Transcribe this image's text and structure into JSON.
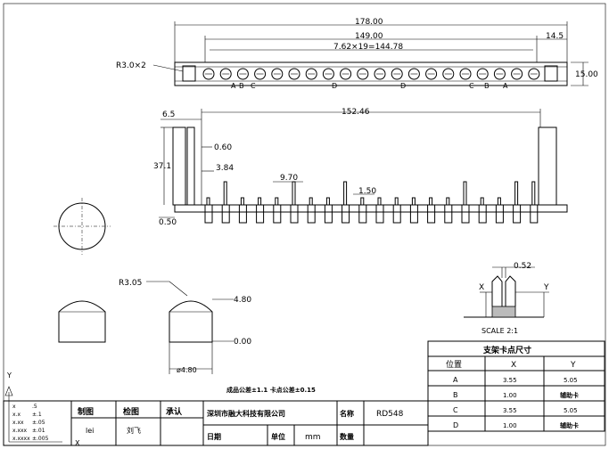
{
  "top_view": {
    "overall_width": "178.00",
    "pitch_span": "149.00",
    "pitch_formula": "7.62×19=144.78",
    "edge_offset": "14.5",
    "height": "15.00",
    "hole_radius": "R3.0×2",
    "pin_labels_left": [
      "A",
      "B",
      "C",
      "D"
    ],
    "pin_labels_right": [
      "D",
      "C",
      "B",
      "A"
    ]
  },
  "side_view": {
    "span": "152.46",
    "left_offset": "6.5",
    "pin_width": "0.60",
    "height": "37.1",
    "tab_height": "3.84",
    "short_pin": "9.70",
    "pin_gap": "1.50",
    "base_thickness": "0.50"
  },
  "pin_detail": {
    "radius": "R3.05",
    "top_dim": "4.80",
    "base_dim": "0.00",
    "diameter": "ø4.80"
  },
  "scale_detail": {
    "gap": "0.52",
    "x_label": "X",
    "y_label": "Y",
    "scale": "SCALE 2:1"
  },
  "tolerance_note": "成品公差±1.1 卡点公差±0.15",
  "support_table": {
    "title": "支架卡点尺寸",
    "headers": [
      "位置",
      "X",
      "Y"
    ],
    "rows": [
      [
        "A",
        "3.55",
        "5.05"
      ],
      [
        "B",
        "1.00",
        "辅助卡"
      ],
      [
        "C",
        "3.55",
        "5.05"
      ],
      [
        "D",
        "1.00",
        "辅助卡"
      ]
    ]
  },
  "title_block": {
    "tolerances": [
      ".5",
      "±.1",
      "±.05",
      "±.01",
      "±.005"
    ],
    "tol_prefixes": [
      "x",
      "x.x",
      "x.xx",
      "x.xxx",
      "x.xxxx"
    ],
    "draw_label": "制图",
    "check_label": "检图",
    "approve_label": "承认",
    "drawer": "lei",
    "checker": "刘飞",
    "company": "深圳市融大科技有限公司",
    "name_label": "名称",
    "part_name": "RD548",
    "date_label": "日期",
    "unit_label": "单位",
    "unit": "mm",
    "qty_label": "数量"
  },
  "axis": {
    "y": "Y",
    "x": "X"
  }
}
